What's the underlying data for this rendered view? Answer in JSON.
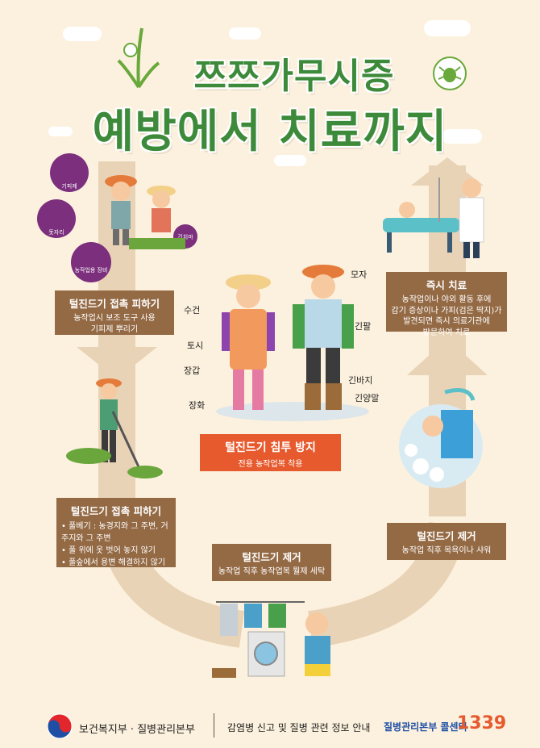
{
  "title": {
    "line1": "쯔쯔가무시증",
    "line2": "예방에서 치료까지"
  },
  "steps": {
    "avoid_contact_1": {
      "heading": "털진드기 접촉 피하기",
      "text": [
        "농작업시 보조 도구 사용",
        "기피제 뿌리기"
      ]
    },
    "avoid_contact_2": {
      "heading": "털진드기 접촉 피하기",
      "items": [
        "풀베기 : 농경지와 그 주변, 거주지와 그 주변",
        "풀 위에 옷 벗어 놓지 않기",
        "풀숲에서 용변 해결하지 않기"
      ]
    },
    "remove_clothes": {
      "heading": "털진드기 제거",
      "text": "농작업 직후 농작업복 뭘제 세탁"
    },
    "remove_body": {
      "heading": "털진드기 제거",
      "text": "농작업 직후 목욕이나 샤워"
    },
    "treatment": {
      "heading": "즉시 치료",
      "text": [
        "농작업이나 야외 활동 후에",
        "감기 증상이나 가피(검은 딱지)가",
        "발견되면 즉시 의료기관에",
        "방문하여 치료"
      ]
    },
    "prevent": {
      "heading": "털진드기 침투 방지",
      "text": "전용 농작업복 착용"
    }
  },
  "icons": {
    "repellent": "기피제",
    "mat": "돗자리",
    "tools": "농작업용 장비",
    "long_sleeves": "긴치마"
  },
  "clothing_labels": {
    "hat": "모자",
    "towel": "수건",
    "long_sleeve": "긴팔",
    "arm_cover": "토시",
    "gloves": "장갑",
    "long_pants": "긴바지",
    "boots": "장화",
    "long_socks": "긴양말"
  },
  "footer": {
    "org": "보건복지부 · 질병관리본부",
    "info": "감염병 신고 및 질병 관련 정보 안내",
    "call_center": "질병관리본부 콜센터",
    "number": "1339"
  },
  "colors": {
    "title_green": "#3d8a3a",
    "box_brown": "#946a45",
    "accent_orange": "#e65a2e",
    "arrow_tan": "#e9d3b6",
    "background": "#fcf1de"
  }
}
